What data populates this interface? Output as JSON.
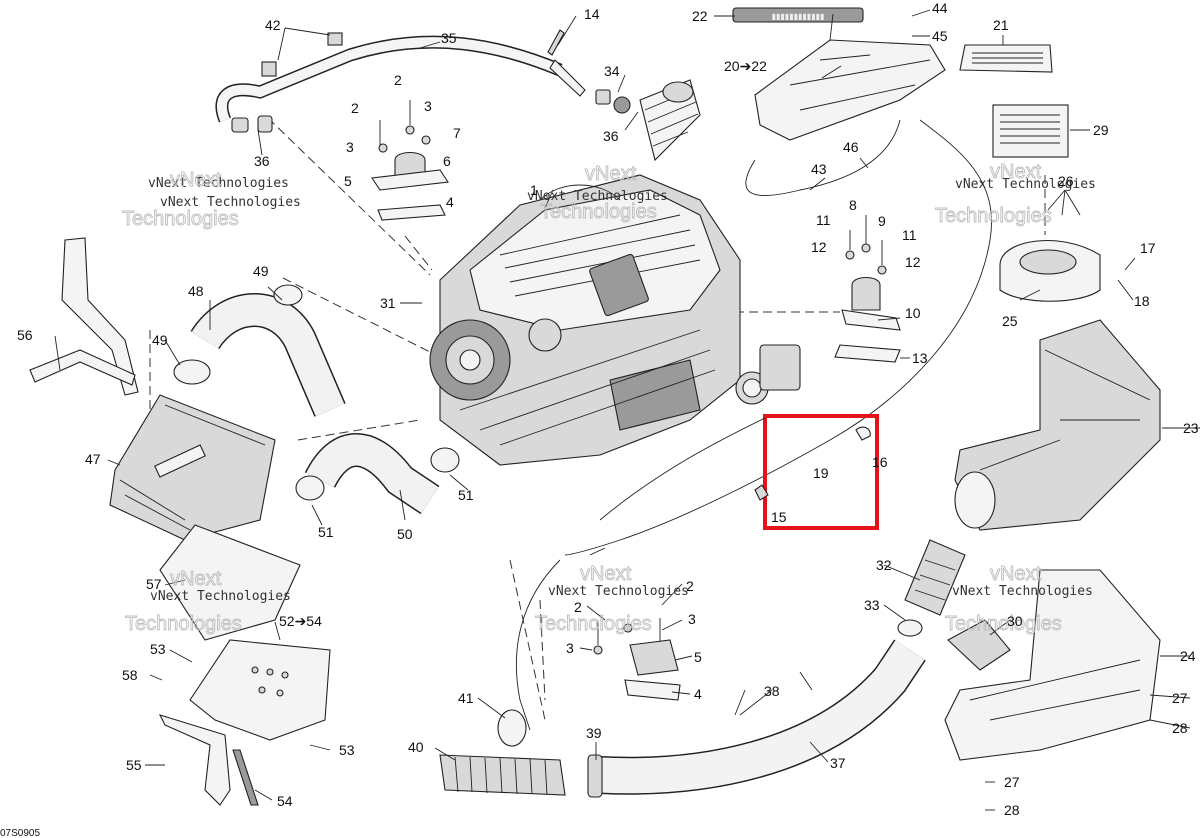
{
  "diagram": {
    "code": "07S0905",
    "watermark": {
      "line1": "vNext Technologies",
      "line2": "vNext",
      "line3": "Technologies"
    },
    "callouts": {
      "c1": "1",
      "c2a": "2",
      "c2b": "2",
      "c2c": "2",
      "c2d": "2",
      "c3a": "3",
      "c3b": "3",
      "c3c": "3",
      "c3d": "3",
      "c4a": "4",
      "c4b": "4",
      "c5a": "5",
      "c5b": "5",
      "c6": "6",
      "c7": "7",
      "c8": "8",
      "c9": "9",
      "c10": "10",
      "c11a": "11",
      "c11b": "11",
      "c12a": "12",
      "c12b": "12",
      "c13": "13",
      "c14": "14",
      "c15": "15",
      "c16": "16",
      "c17": "17",
      "c18": "18",
      "c19": "19",
      "c20": "20➔22",
      "c21": "21",
      "c22": "22",
      "c23": "23",
      "c24": "24",
      "c25": "25",
      "c26": "26",
      "c27a": "27",
      "c27b": "27",
      "c28a": "28",
      "c28b": "28",
      "c29": "29",
      "c30": "30",
      "c31": "31",
      "c32": "32",
      "c33": "33",
      "c34": "34",
      "c35": "35",
      "c36a": "36",
      "c36b": "36",
      "c37": "37",
      "c38": "38",
      "c39": "39",
      "c40": "40",
      "c41": "41",
      "c42": "42",
      "c43": "43",
      "c44": "44",
      "c45": "45",
      "c46": "46",
      "c47": "47",
      "c48": "48",
      "c49a": "49",
      "c49b": "49",
      "c50": "50",
      "c51a": "51",
      "c51b": "51",
      "c52": "52➔54",
      "c53a": "53",
      "c53b": "53",
      "c54": "54",
      "c55": "55",
      "c56": "56",
      "c57": "57",
      "c58": "58"
    }
  },
  "highlight": {
    "color": "#e3121b",
    "target": "19"
  }
}
